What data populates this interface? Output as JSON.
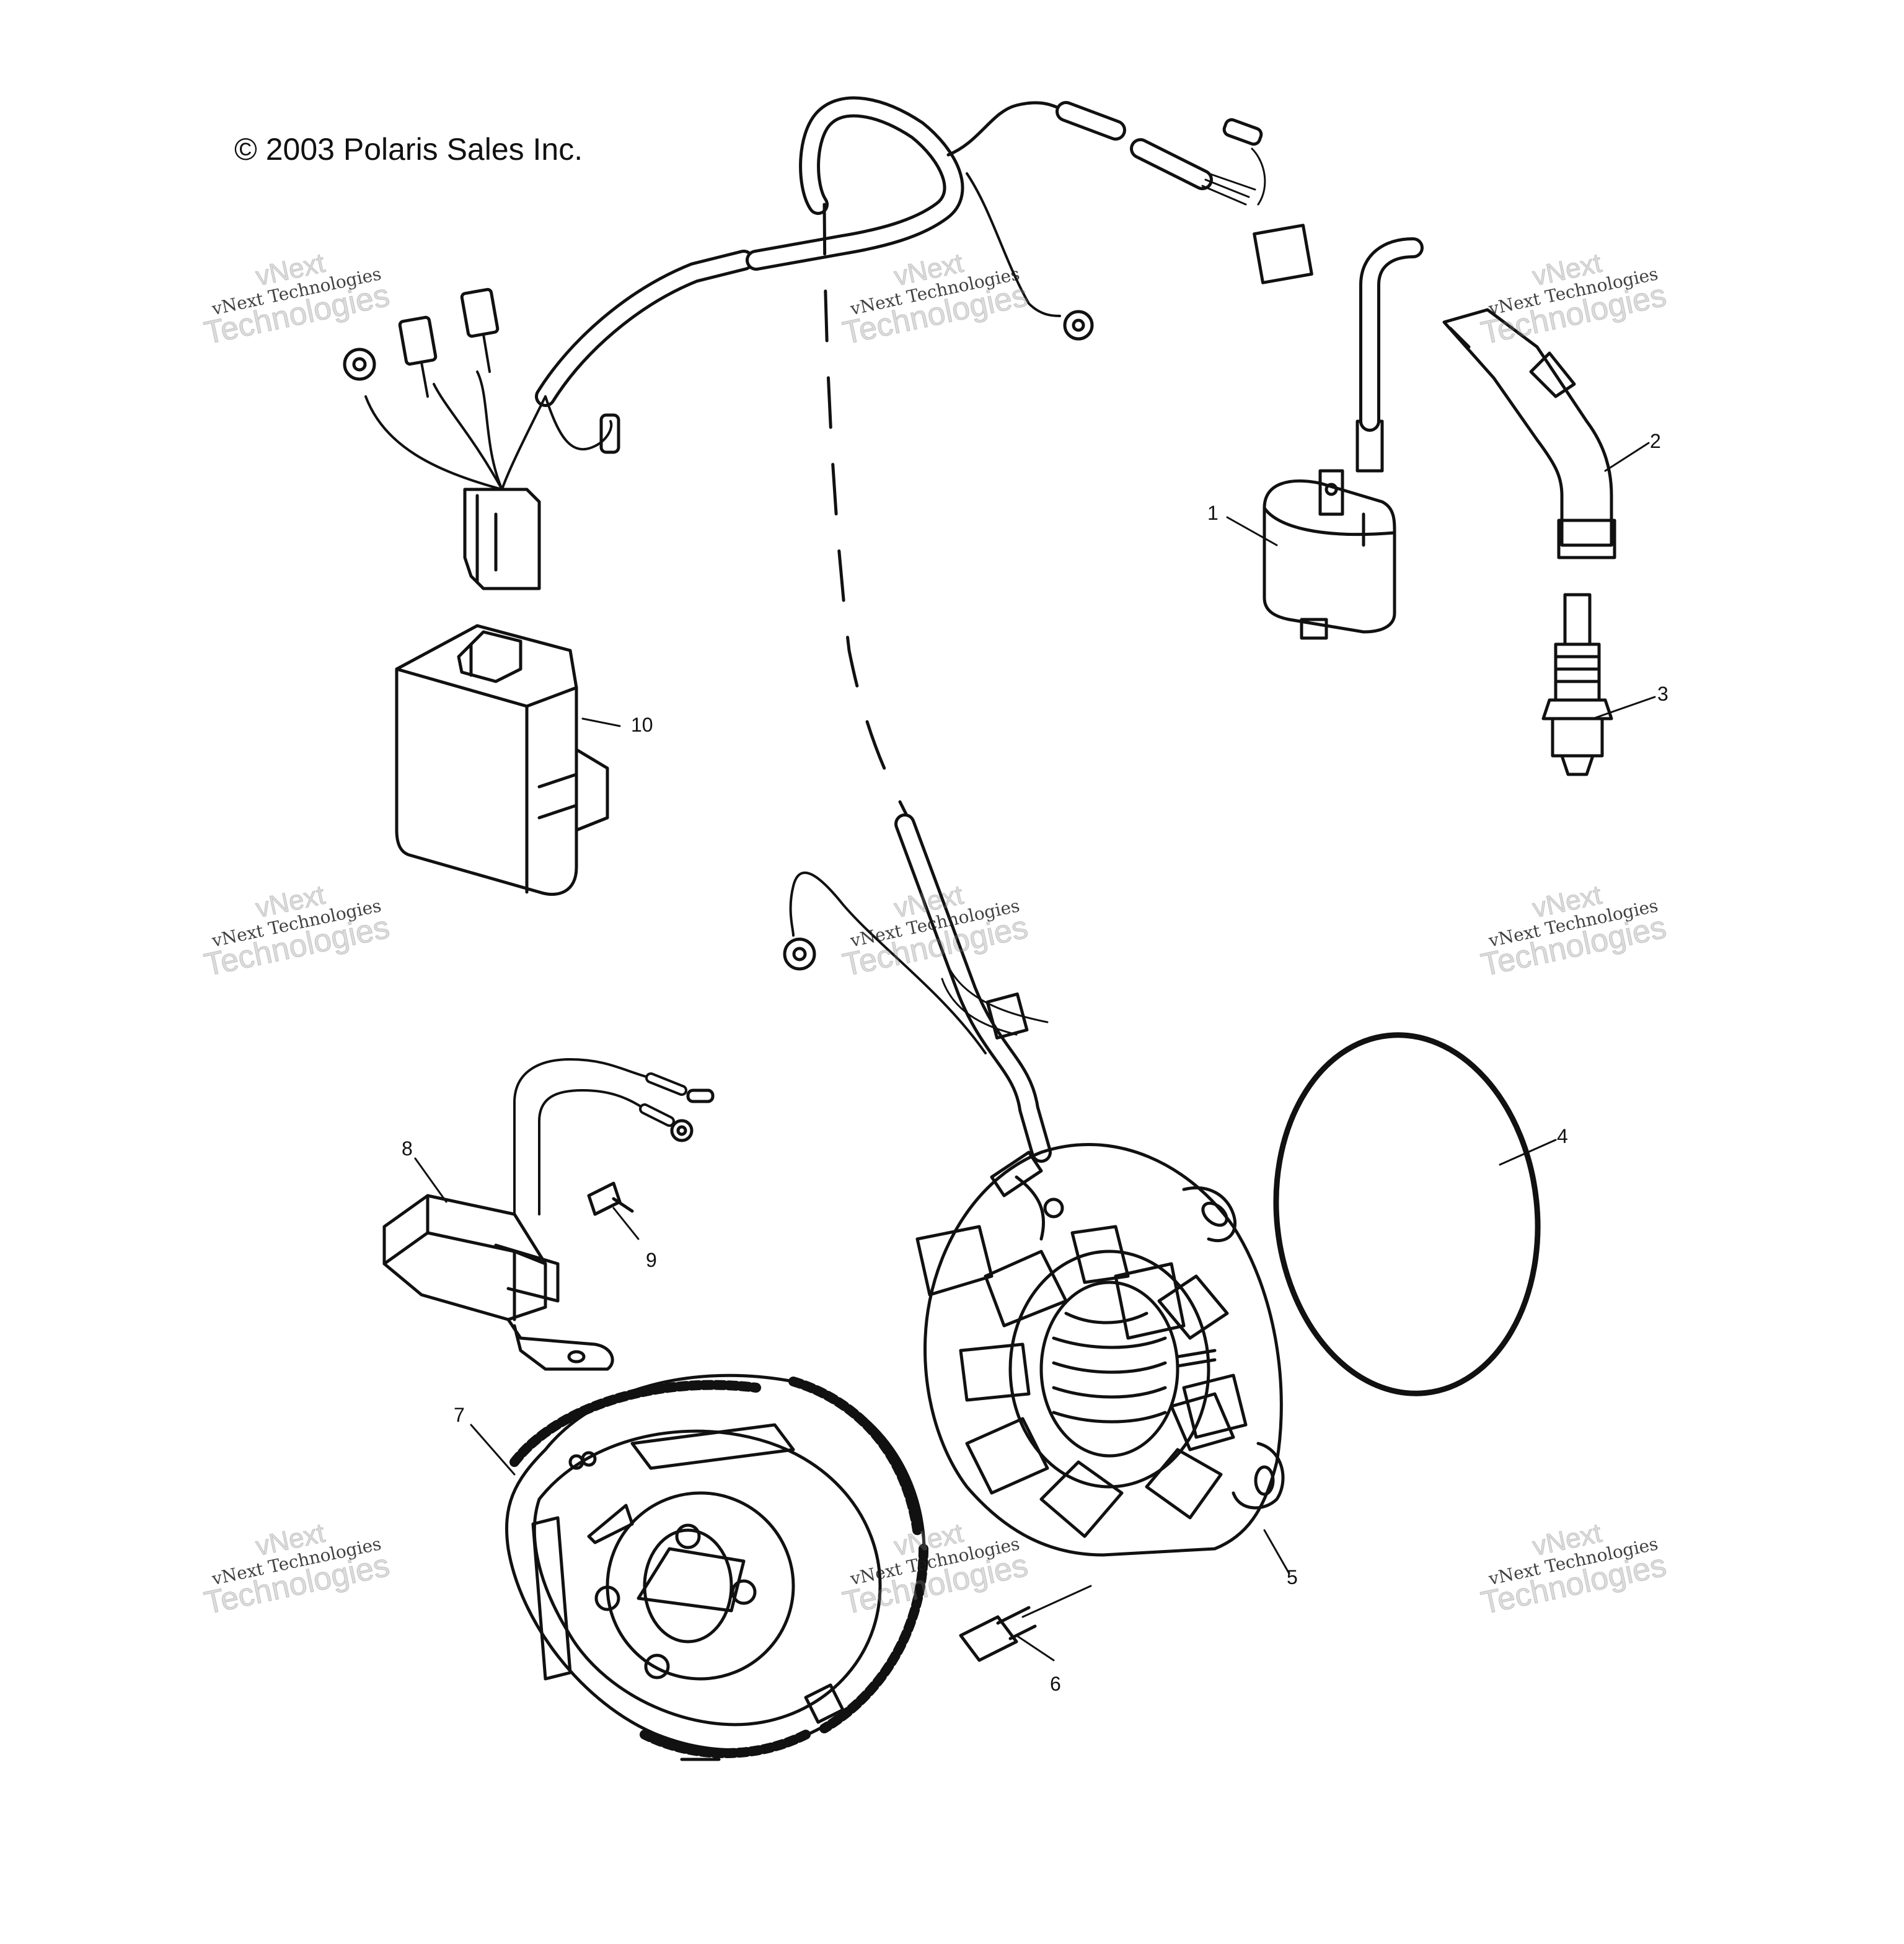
{
  "copyright": "© 2003 Polaris Sales Inc.",
  "watermark": {
    "line1": "vNext",
    "line2": "vNext Technologies",
    "line3": "Technologies"
  },
  "callouts": {
    "c1": "1",
    "c2": "2",
    "c3": "3",
    "c4": "4",
    "c5": "5",
    "c6": "6",
    "c7": "7",
    "c8": "8",
    "c9": "9",
    "c10": "10"
  },
  "colors": {
    "line": "#111111",
    "background": "#ffffff"
  }
}
